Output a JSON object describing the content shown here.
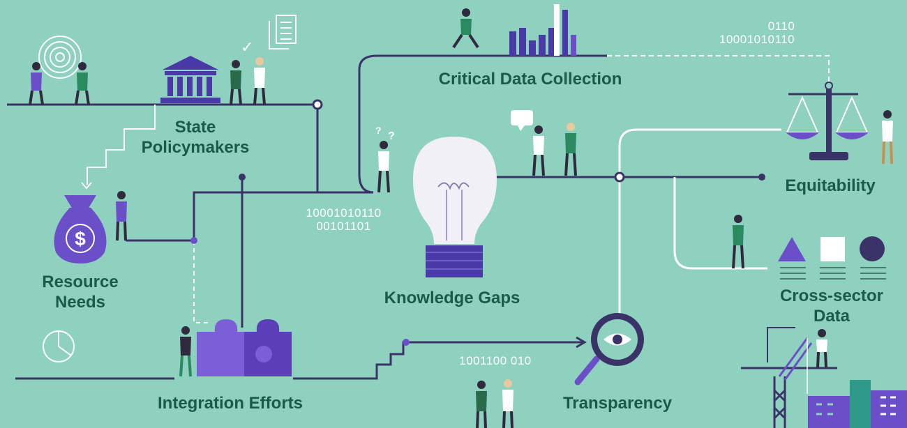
{
  "labels": {
    "state_policymakers": [
      "State",
      "Policymakers"
    ],
    "resource_needs": [
      "Resource",
      "Needs"
    ],
    "knowledge_gaps": "Knowledge Gaps",
    "critical_data_collection": "Critical Data Collection",
    "equitability": "Equitability",
    "cross_sector_data": [
      "Cross-sector",
      "Data"
    ],
    "integration_efforts": "Integration Efforts",
    "transparency": "Transparency"
  },
  "binary": {
    "top_right": [
      "0110",
      "10001010110"
    ],
    "center": [
      "10001010110",
      "00101101"
    ],
    "bottom": "1001100 010"
  },
  "icons": {
    "dollar_sign": "$",
    "question_marks": [
      "?",
      "?"
    ],
    "checkmark": "✓"
  },
  "colors": {
    "background": "#8fd1bf",
    "line": "#3a3368",
    "accent_purple": "#6b4fc8",
    "text": "#1b5a4a",
    "white": "#ffffff"
  }
}
